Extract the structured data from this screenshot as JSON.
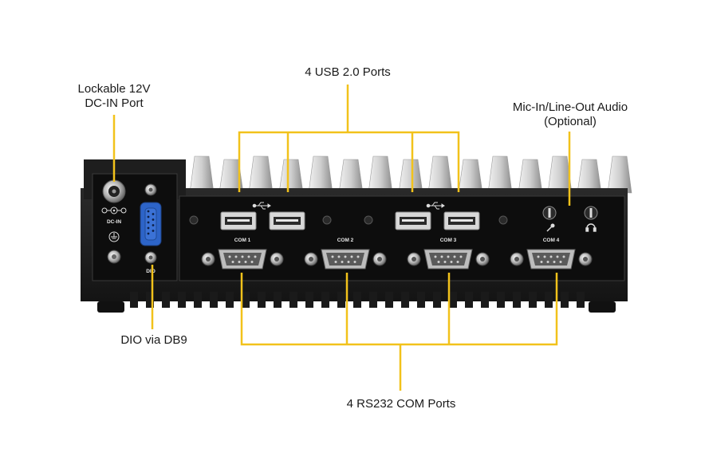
{
  "callouts": {
    "dc_in": {
      "line1": "Lockable 12V",
      "line2": "DC-IN Port"
    },
    "usb": {
      "label": "4 USB 2.0 Ports"
    },
    "audio": {
      "line1": "Mic-In/Line-Out  Audio",
      "line2": "(Optional)"
    },
    "dio": {
      "label": "DIO via DB9"
    },
    "com": {
      "label": "4 RS232 COM Ports"
    }
  },
  "panel_labels": {
    "dc_in": "DC-IN",
    "dio": "DIO",
    "com_ports": [
      "COM 1",
      "COM 2",
      "COM 3",
      "COM 4"
    ]
  },
  "colors": {
    "leader": "#f2c21b",
    "chassis": "#1c1c1c",
    "panel": "#111111",
    "fin": "#d9d9d9",
    "db9_blue": "#2d64c8",
    "label_text": "#1a1a1a"
  }
}
